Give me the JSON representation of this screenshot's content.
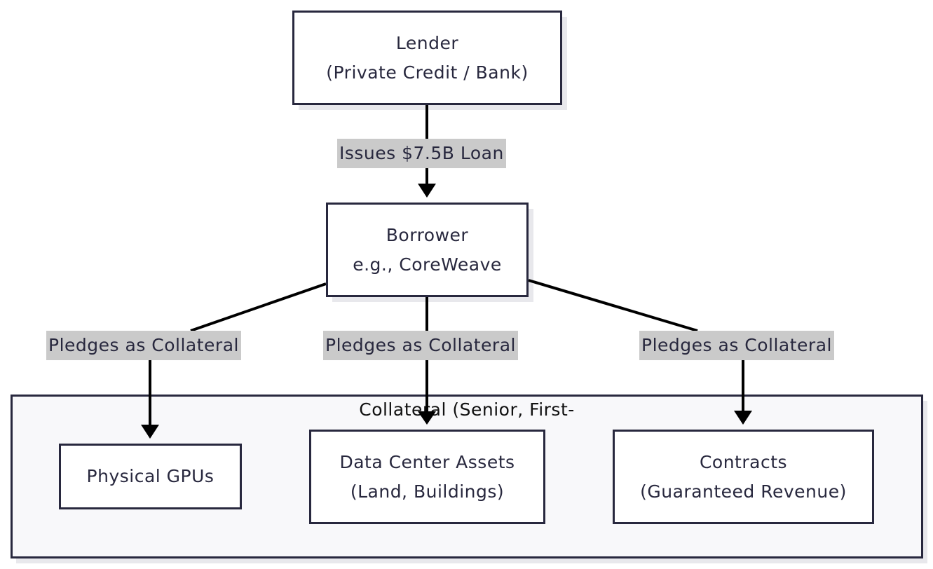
{
  "diagram": {
    "nodes": {
      "lender": {
        "line1": "Lender",
        "line2": "(Private Credit / Bank)"
      },
      "borrower": {
        "line1": "Borrower",
        "line2": "e.g., CoreWeave"
      },
      "gpus": {
        "line1": "Physical GPUs"
      },
      "datacenter": {
        "line1": "Data Center Assets",
        "line2": "(Land, Buildings)"
      },
      "contracts": {
        "line1": "Contracts",
        "line2": "(Guaranteed Revenue)"
      }
    },
    "group": {
      "title": "Collateral (Senior, First-"
    },
    "edges": [
      {
        "from": "lender",
        "to": "borrower",
        "label": "Issues $7.5B Loan"
      },
      {
        "from": "borrower",
        "to": "gpus",
        "label": "Pledges as Collateral"
      },
      {
        "from": "borrower",
        "to": "datacenter",
        "label": "Pledges as Collateral"
      },
      {
        "from": "borrower",
        "to": "contracts",
        "label": "Pledges as Collateral"
      }
    ],
    "colors": {
      "node_border": "#28283e",
      "node_fill": "#ffffff",
      "group_fill": "#f8f8fa",
      "edge_label_bg": "#cacaca",
      "edge_line": "#000000"
    }
  }
}
